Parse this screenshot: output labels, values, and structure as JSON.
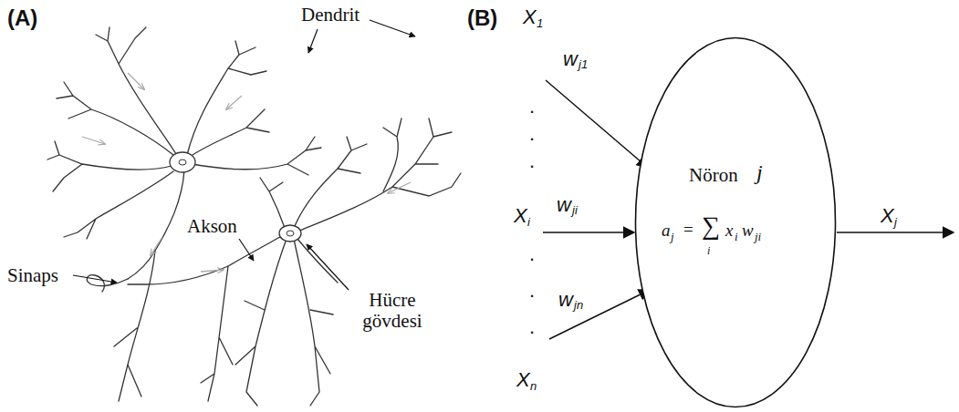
{
  "diagram": {
    "nodes": [
      {
        "text": [
          "Nöron",
          "j",
          "a",
          "j",
          "=",
          "∑",
          "i",
          "x",
          "i",
          "w",
          "ji"
        ]
      }
    ],
    "labels": [
      "(A)",
      "(B)",
      "Dendrit",
      "Akson",
      "Sinaps",
      "Hücre gövdesi",
      "X",
      "1",
      "w",
      "j1",
      ".",
      ".",
      ".",
      "X",
      "i",
      "w",
      "ji",
      ".",
      ".",
      ".",
      "X",
      "n",
      "w",
      "jn",
      "X",
      "j"
    ]
  }
}
